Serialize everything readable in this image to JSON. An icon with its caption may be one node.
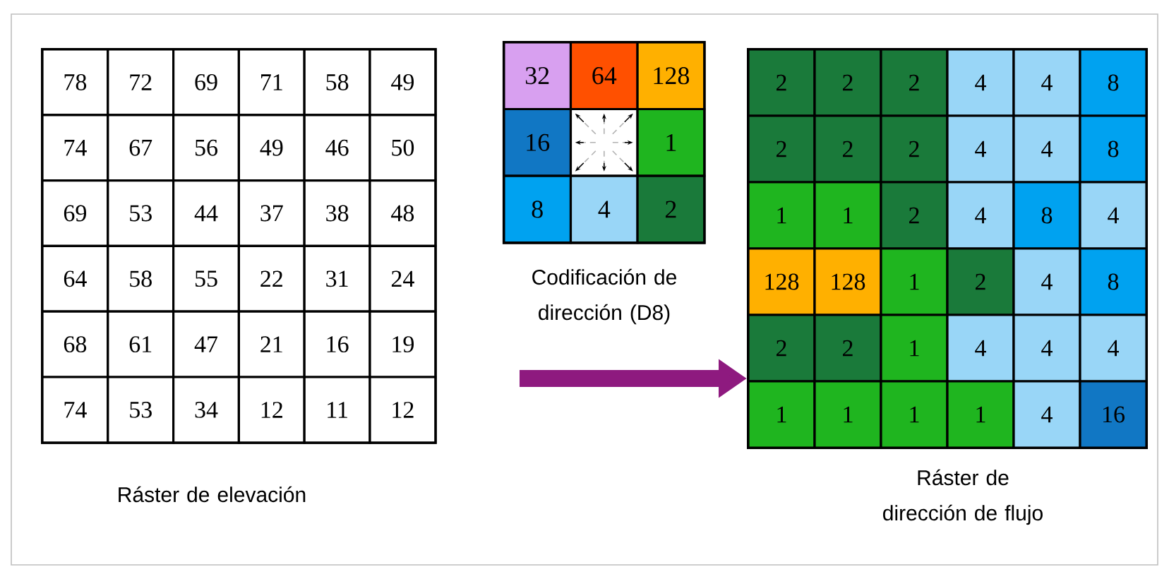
{
  "diagram": {
    "nodes": [
      {
        "text": [
          "Ráster de elevación"
        ]
      },
      {
        "text": [
          "78"
        ],
        "in": 0
      },
      {
        "text": [
          "72"
        ],
        "in": 0
      },
      {
        "text": [
          "69"
        ],
        "in": 0
      },
      {
        "text": [
          "71"
        ],
        "in": 0
      },
      {
        "text": [
          "58"
        ],
        "in": 0
      },
      {
        "text": [
          "49"
        ],
        "in": 0
      },
      {
        "text": [
          "74"
        ],
        "in": 0
      },
      {
        "text": [
          "67"
        ],
        "in": 0
      },
      {
        "text": [
          "56"
        ],
        "in": 0
      },
      {
        "text": [
          "49"
        ],
        "in": 0
      },
      {
        "text": [
          "46"
        ],
        "in": 0
      },
      {
        "text": [
          "50"
        ],
        "in": 0
      },
      {
        "text": [
          "69"
        ],
        "in": 0
      },
      {
        "text": [
          "53"
        ],
        "in": 0
      },
      {
        "text": [
          "44"
        ],
        "in": 0
      },
      {
        "text": [
          "37"
        ],
        "in": 0
      },
      {
        "text": [
          "38"
        ],
        "in": 0
      },
      {
        "text": [
          "48"
        ],
        "in": 0
      },
      {
        "text": [
          "64"
        ],
        "in": 0
      },
      {
        "text": [
          "58"
        ],
        "in": 0
      },
      {
        "text": [
          "55"
        ],
        "in": 0
      },
      {
        "text": [
          "22"
        ],
        "in": 0
      },
      {
        "text": [
          "31"
        ],
        "in": 0
      },
      {
        "text": [
          "24"
        ],
        "in": 0
      },
      {
        "text": [
          "68"
        ],
        "in": 0
      },
      {
        "text": [
          "61"
        ],
        "in": 0
      },
      {
        "text": [
          "47"
        ],
        "in": 0
      },
      {
        "text": [
          "21"
        ],
        "in": 0
      },
      {
        "text": [
          "16"
        ],
        "in": 0
      },
      {
        "text": [
          "19"
        ],
        "in": 0
      },
      {
        "text": [
          "74"
        ],
        "in": 0
      },
      {
        "text": [
          "53"
        ],
        "in": 0
      },
      {
        "text": [
          "34"
        ],
        "in": 0
      },
      {
        "text": [
          "12"
        ],
        "in": 0
      },
      {
        "text": [
          "11"
        ],
        "in": 0
      },
      {
        "text": [
          "12"
        ],
        "in": 0
      },
      {
        "text": [
          "Codificación de dirección (D8)"
        ]
      },
      {
        "text": [
          "32"
        ],
        "in": 37
      },
      {
        "text": [
          "64"
        ],
        "in": 37
      },
      {
        "text": [
          "128"
        ],
        "in": 37
      },
      {
        "text": [
          "16"
        ],
        "in": 37
      },
      {
        "text": [],
        "shape": "box",
        "in": 37
      },
      {
        "text": [
          "1"
        ],
        "in": 37
      },
      {
        "text": [
          "8"
        ],
        "in": 37
      },
      {
        "text": [
          "4"
        ],
        "in": 37
      },
      {
        "text": [
          "2"
        ],
        "in": 37
      },
      {
        "text": [
          "Ráster de dirección de flujo"
        ]
      },
      {
        "text": [
          "2"
        ],
        "in": 47
      },
      {
        "text": [
          "2"
        ],
        "in": 47
      },
      {
        "text": [
          "2"
        ],
        "in": 47
      },
      {
        "text": [
          "4"
        ],
        "in": 47
      },
      {
        "text": [
          "4"
        ],
        "in": 47
      },
      {
        "text": [
          "8"
        ],
        "in": 47
      },
      {
        "text": [
          "2"
        ],
        "in": 47
      },
      {
        "text": [
          "2"
        ],
        "in": 47
      },
      {
        "text": [
          "2"
        ],
        "in": 47
      },
      {
        "text": [
          "4"
        ],
        "in": 47
      },
      {
        "text": [
          "4"
        ],
        "in": 47
      },
      {
        "text": [
          "8"
        ],
        "in": 47
      },
      {
        "text": [
          "1"
        ],
        "in": 47
      },
      {
        "text": [
          "1"
        ],
        "in": 47
      },
      {
        "text": [
          "2"
        ],
        "in": 47
      },
      {
        "text": [
          "4"
        ],
        "in": 47
      },
      {
        "text": [
          "8"
        ],
        "in": 47
      },
      {
        "text": [
          "4"
        ],
        "in": 47
      },
      {
        "text": [
          "128"
        ],
        "in": 47
      },
      {
        "text": [
          "128"
        ],
        "in": 47
      },
      {
        "text": [
          "1"
        ],
        "in": 47
      },
      {
        "text": [
          "2"
        ],
        "in": 47
      },
      {
        "text": [
          "4"
        ],
        "in": 47
      },
      {
        "text": [
          "8"
        ],
        "in": 47
      },
      {
        "text": [
          "2"
        ],
        "in": 47
      },
      {
        "text": [
          "2"
        ],
        "in": 47
      },
      {
        "text": [
          "1"
        ],
        "in": 47
      },
      {
        "text": [
          "4"
        ],
        "in": 47
      },
      {
        "text": [
          "4"
        ],
        "in": 47
      },
      {
        "text": [
          "4"
        ],
        "in": 47
      },
      {
        "text": [
          "1"
        ],
        "in": 47
      },
      {
        "text": [
          "1"
        ],
        "in": 47
      },
      {
        "text": [
          "1"
        ],
        "in": 47
      },
      {
        "text": [
          "1"
        ],
        "in": 47
      },
      {
        "text": [
          "4"
        ],
        "in": 47
      },
      {
        "text": [
          "16"
        ],
        "in": 47
      }
    ],
    "edges": [
      {
        "from": null,
        "to": 47,
        "arrow": "to",
        "color": "#8e1a7f"
      }
    ]
  }
}
